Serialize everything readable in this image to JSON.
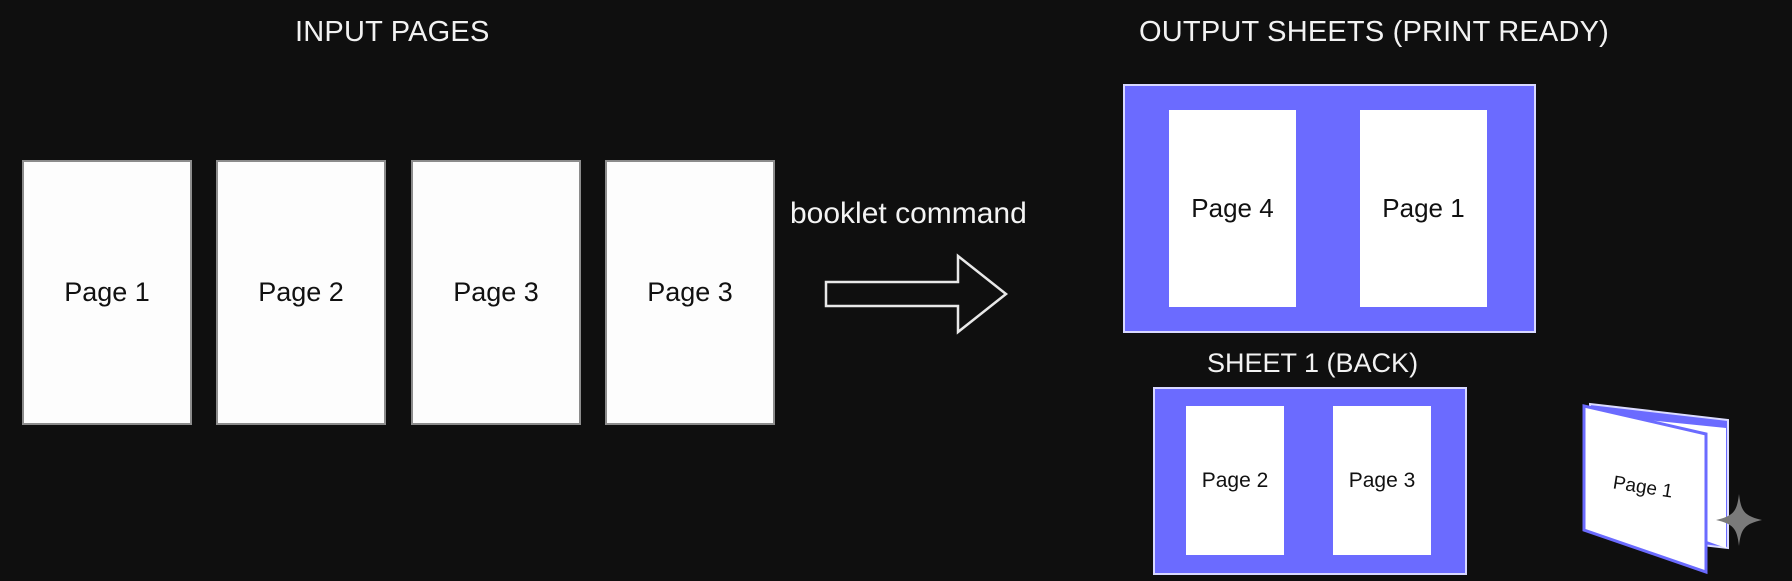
{
  "input": {
    "heading": "INPUT PAGES",
    "pages": [
      "Page 1",
      "Page 2",
      "Page 3",
      "Page 3"
    ]
  },
  "command": {
    "label": "booklet command"
  },
  "output": {
    "heading": "OUTPUT SHEETS (PRINT READY)",
    "sheet_front": {
      "pages": [
        "Page 4",
        "Page 1"
      ]
    },
    "sheet_back": {
      "label": "SHEET 1 (BACK)",
      "pages": [
        "Page 2",
        "Page 3"
      ]
    },
    "booklet_preview": {
      "cover_label": "Page 1"
    }
  },
  "colors": {
    "background": "#0f0f0f",
    "sheet_fill": "#6b6bff",
    "page_fill": "#ffffff"
  },
  "icons": {
    "arrow": "arrow-right-icon",
    "sparkle": "sparkle-icon"
  }
}
